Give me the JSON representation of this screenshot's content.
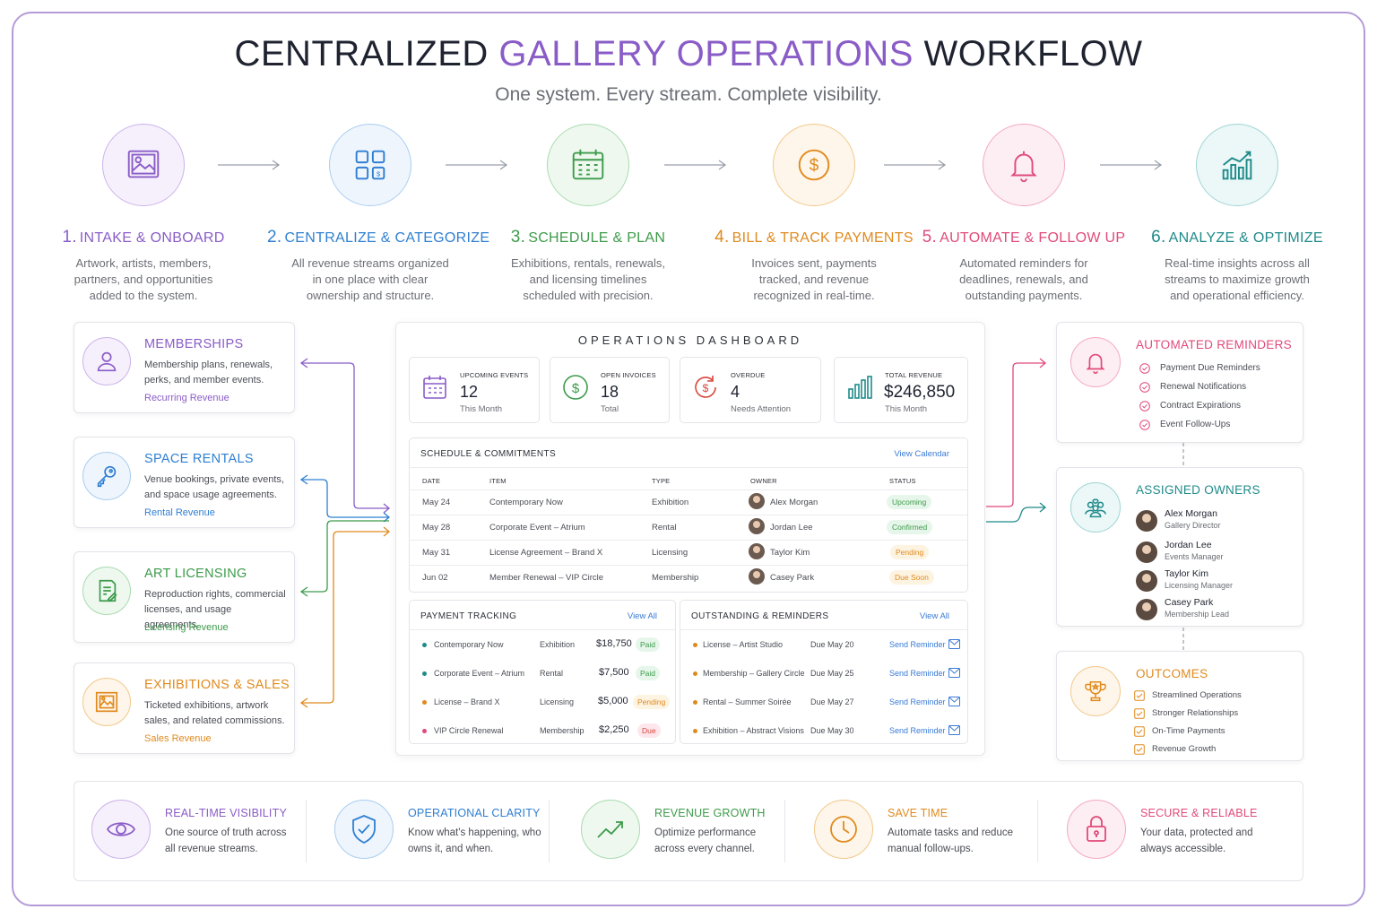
{
  "header": {
    "title_pre": "CENTRALIZED ",
    "title_accent": "GALLERY OPERATIONS",
    "title_post": " WORKFLOW",
    "subtitle": "One system. Every stream. Complete visibility."
  },
  "colors": {
    "purple": "#8a5cc7",
    "blue": "#2f7fd1",
    "green": "#3c9b4a",
    "orange": "#e08a1e",
    "pink": "#e04a7a",
    "teal": "#1f8a8a",
    "link": "#3a7bd5"
  },
  "steps": [
    {
      "num": "1.",
      "title": "Intake & Onboard",
      "desc": "Artwork, artists, members, partners, and opportunities added to the system.",
      "icon": "image-icon"
    },
    {
      "num": "2.",
      "title": "Centralize & Categorize",
      "desc": "All revenue streams organized in one place with clear ownership and structure.",
      "icon": "grid-icon"
    },
    {
      "num": "3.",
      "title": "Schedule & Plan",
      "desc": "Exhibitions, rentals, renewals, and licensing timelines scheduled with precision.",
      "icon": "calendar-icon"
    },
    {
      "num": "4.",
      "title": "Bill & Track Payments",
      "desc": "Invoices sent, payments tracked, and revenue recognized in real-time.",
      "icon": "dollar-icon"
    },
    {
      "num": "5.",
      "title": "Automate & Follow Up",
      "desc": "Automated reminders for deadlines, renewals, and outstanding payments.",
      "icon": "bell-icon"
    },
    {
      "num": "6.",
      "title": "Analyze & Optimize",
      "desc": "Real-time insights across all streams to maximize growth and operational efficiency.",
      "icon": "chart-icon"
    }
  ],
  "streams": [
    {
      "title": "Memberships",
      "desc": "Membership plans, renewals, perks, and member events.",
      "revenue": "Recurring Revenue",
      "icon": "user-icon"
    },
    {
      "title": "Space Rentals",
      "desc": "Venue bookings, private events, and space usage agreements.",
      "revenue": "Rental Revenue",
      "icon": "key-icon"
    },
    {
      "title": "Art Licensing",
      "desc": "Reproduction rights, commercial licenses, and usage agreements.",
      "revenue": "Licensing Revenue",
      "icon": "document-edit-icon"
    },
    {
      "title": "Exhibitions & Sales",
      "desc": "Ticketed exhibitions, artwork sales, and related commissions.",
      "revenue": "Sales Revenue",
      "icon": "framed-art-icon"
    }
  ],
  "dashboard": {
    "title": "OPERATIONS DASHBOARD",
    "kpis": [
      {
        "label": "Upcoming Events",
        "value": "12",
        "sub": "This Month"
      },
      {
        "label": "Open Invoices",
        "value": "18",
        "sub": "Total"
      },
      {
        "label": "Overdue",
        "value": "4",
        "sub": "Needs Attention"
      },
      {
        "label": "Total Revenue",
        "value": "$246,850",
        "sub": "This Month"
      }
    ],
    "schedule": {
      "title": "Schedule & Commitments",
      "link": "View Calendar",
      "headers": {
        "date": "Date",
        "item": "Item",
        "type": "Type",
        "owner": "Owner",
        "status": "Status"
      },
      "rows": [
        {
          "date": "May 24",
          "item": "Contemporary Now",
          "type": "Exhibition",
          "owner": "Alex Morgan",
          "status": "Upcoming"
        },
        {
          "date": "May 28",
          "item": "Corporate Event – Atrium",
          "type": "Rental",
          "owner": "Jordan Lee",
          "status": "Confirmed"
        },
        {
          "date": "May 31",
          "item": "License Agreement – Brand X",
          "type": "Licensing",
          "owner": "Taylor Kim",
          "status": "Pending"
        },
        {
          "date": "Jun 02",
          "item": "Member Renewal – VIP Circle",
          "type": "Membership",
          "owner": "Casey Park",
          "status": "Due Soon"
        }
      ]
    },
    "payments": {
      "title": "Payment Tracking",
      "link": "View All",
      "rows": [
        {
          "item": "Contemporary Now",
          "type": "Exhibition",
          "amount": "$18,750",
          "status": "Paid"
        },
        {
          "item": "Corporate Event – Atrium",
          "type": "Rental",
          "amount": "$7,500",
          "status": "Paid"
        },
        {
          "item": "License – Brand X",
          "type": "Licensing",
          "amount": "$5,000",
          "status": "Pending"
        },
        {
          "item": "VIP Circle Renewal",
          "type": "Membership",
          "amount": "$2,250",
          "status": "Due"
        }
      ]
    },
    "outstanding": {
      "title": "Outstanding & Reminders",
      "link": "View All",
      "action": "Send Reminder",
      "rows": [
        {
          "item": "License – Artist Studio",
          "due": "Due May 20"
        },
        {
          "item": "Membership – Gallery Circle",
          "due": "Due May 25"
        },
        {
          "item": "Rental – Summer Soirée",
          "due": "Due May 27"
        },
        {
          "item": "Exhibition – Abstract Visions",
          "due": "Due May 30"
        }
      ]
    }
  },
  "reminders": {
    "title": "Automated Reminders",
    "items": [
      "Payment Due Reminders",
      "Renewal Notifications",
      "Contract Expirations",
      "Event Follow-Ups"
    ]
  },
  "owners": {
    "title": "Assigned Owners",
    "people": [
      {
        "name": "Alex Morgan",
        "role": "Gallery Director"
      },
      {
        "name": "Jordan Lee",
        "role": "Events Manager"
      },
      {
        "name": "Taylor Kim",
        "role": "Licensing Manager"
      },
      {
        "name": "Casey Park",
        "role": "Membership Lead"
      }
    ]
  },
  "outcomes": {
    "title": "Outcomes",
    "items": [
      "Streamlined Operations",
      "Stronger Relationships",
      "On-Time Payments",
      "Revenue Growth"
    ]
  },
  "benefits": [
    {
      "title": "Real-Time Visibility",
      "desc": "One source of truth across all revenue streams.",
      "icon": "eye-icon"
    },
    {
      "title": "Operational Clarity",
      "desc": "Know what's happening, who owns it, and when.",
      "icon": "shield-check-icon"
    },
    {
      "title": "Revenue Growth",
      "desc": "Optimize performance across every channel.",
      "icon": "trend-up-icon"
    },
    {
      "title": "Save Time",
      "desc": "Automate tasks and reduce manual follow-ups.",
      "icon": "clock-icon"
    },
    {
      "title": "Secure & Reliable",
      "desc": "Your data, protected and always accessible.",
      "icon": "lock-icon"
    }
  ]
}
